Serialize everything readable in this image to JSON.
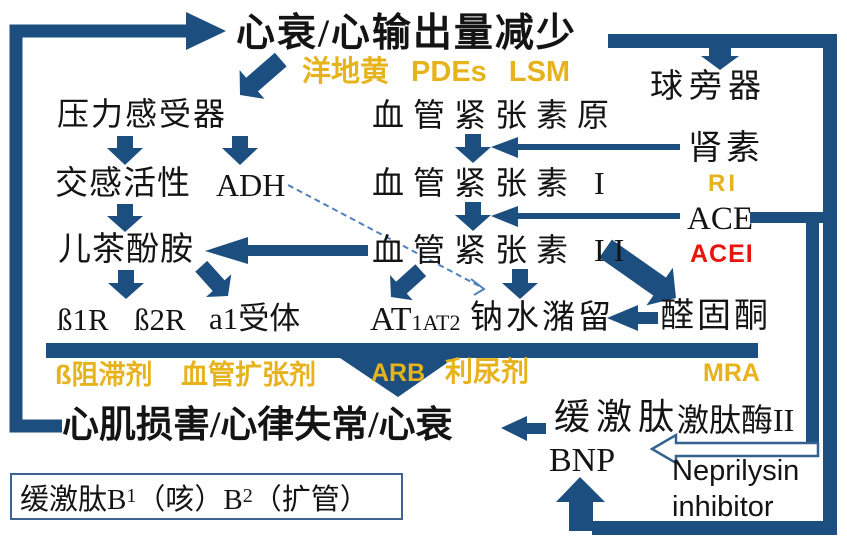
{
  "colors": {
    "arrow_blue": "#1c4e80",
    "accent_yellow": "#e7b31c",
    "accent_red": "#e8150d",
    "dashed_blue": "#4f81bd",
    "white_arrow_outline": "#35618f",
    "text": "#141414"
  },
  "top": {
    "title": "心衰/心输出量减少",
    "inotrope_drugs": "洋地黄 PDEs LSM"
  },
  "left_column": {
    "baroreceptor": "压力感受器",
    "sympathetic": "交感活性",
    "adh": "ADH",
    "catecholamines": "儿茶酚胺",
    "receptor_b1": "ß1R",
    "receptor_b2": "ß2R",
    "receptor_a1": "a1受体"
  },
  "middle_column": {
    "angiotensinogen": "血管紧张素原",
    "angiotensin1": "血管紧张素 I",
    "angiotensin2": "血管紧张素 II",
    "at_receptor_large": "AT",
    "at_receptor_small": "1AT2",
    "sodium_water_retention": "钠水潴留",
    "aldosterone": "醛固酮"
  },
  "right_column": {
    "juxtaglomerular": "球旁器",
    "renin": "肾素",
    "renin_inhibitor": "RI",
    "ace": "ACE",
    "ace_inhibitor": "ACEI"
  },
  "drug_bar": {
    "beta_blocker": "ß阻滞剂",
    "vasodilator": "血管扩张剂",
    "arb": "ARB",
    "diuretic": "利尿剂",
    "mra": "MRA"
  },
  "bottom": {
    "damage": "心肌损害/心律失常/心衰",
    "bradykinin": "缓激肽",
    "kininase": "激肽酶II",
    "bnp": "BNP",
    "neprilysin_line1": "Neprilysin",
    "neprilysin_line2": "inhibitor"
  },
  "footnote_box": {
    "part1": "缓激肽B",
    "sub1": "1",
    "part2": "（咳）B",
    "sub2": "2",
    "part3": "（扩管）"
  }
}
